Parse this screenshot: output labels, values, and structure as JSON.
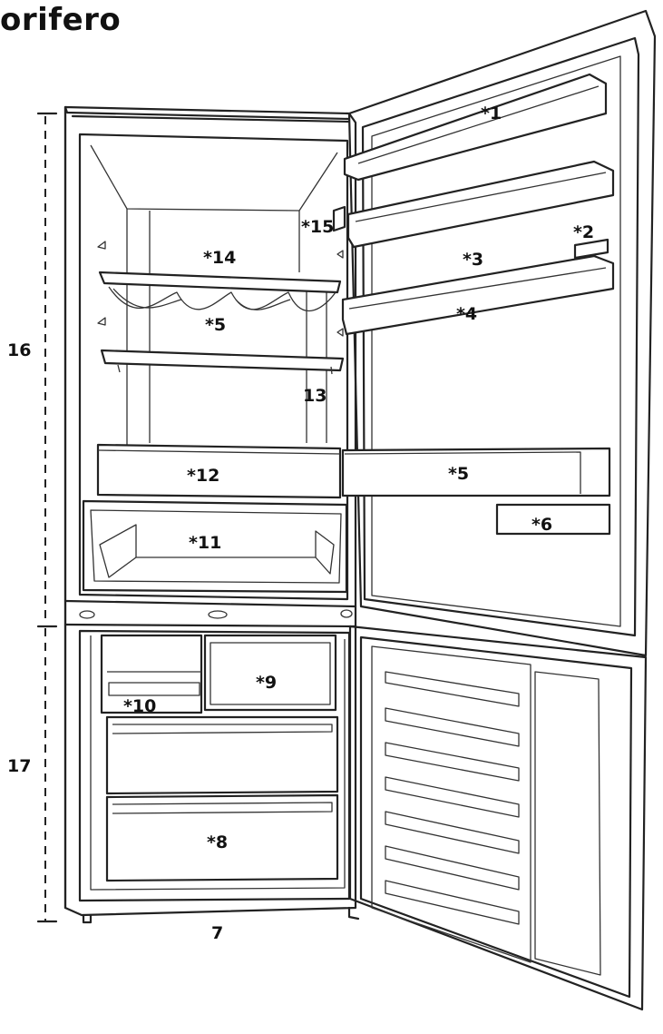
{
  "title": "orifero",
  "callouts": {
    "c1": "*1",
    "c2": "*2",
    "c3": "*3",
    "c4": "*4",
    "c5_rack": "*5",
    "c5_door": "*5",
    "c6": "*6",
    "c7": "7",
    "c8": "*8",
    "c9": "*9",
    "c10": "*10",
    "c11": "*11",
    "c12": "*12",
    "c13": "13",
    "c14": "*14",
    "c15": "*15",
    "c16": "16",
    "c17": "17"
  }
}
